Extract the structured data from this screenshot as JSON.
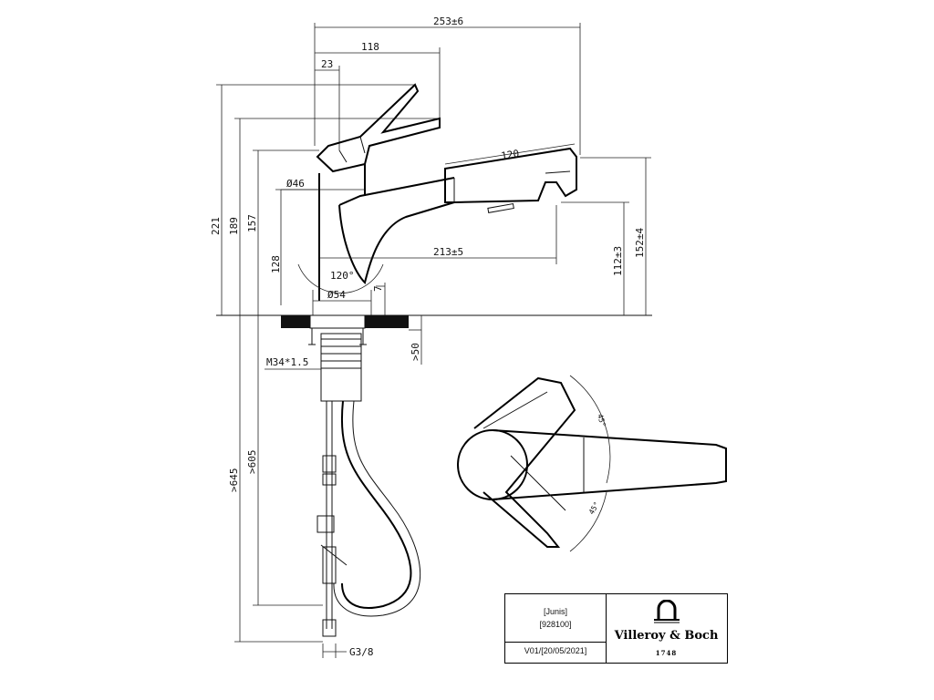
{
  "dimensions": {
    "total_length": "253±6",
    "lever_reach": "118",
    "lever_offset": "23",
    "pull_out_length": "120",
    "body_diameter": "Ø46",
    "spout_reach": "213±5",
    "rotation_angle": "120°",
    "base_diameter": "Ø54",
    "flange_height": "7",
    "total_height": "221",
    "lever_height": "189",
    "body_height": "157",
    "spout_height": "128",
    "spout_outlet_height": "112±3",
    "spray_head_height": "152±4",
    "mounting_depth": ">50",
    "thread": "M34*1.5",
    "hose_length_1": ">645",
    "hose_length_2": ">605",
    "connection": "G3/8",
    "lever_angle_top": "45°",
    "lever_angle_bottom": "45°"
  },
  "title_block": {
    "product_name": "[Junis]",
    "article_number": "[928100]",
    "version": "V01/[20/05/2021]",
    "brand": "Villeroy & Boch",
    "brand_year": "1748"
  }
}
